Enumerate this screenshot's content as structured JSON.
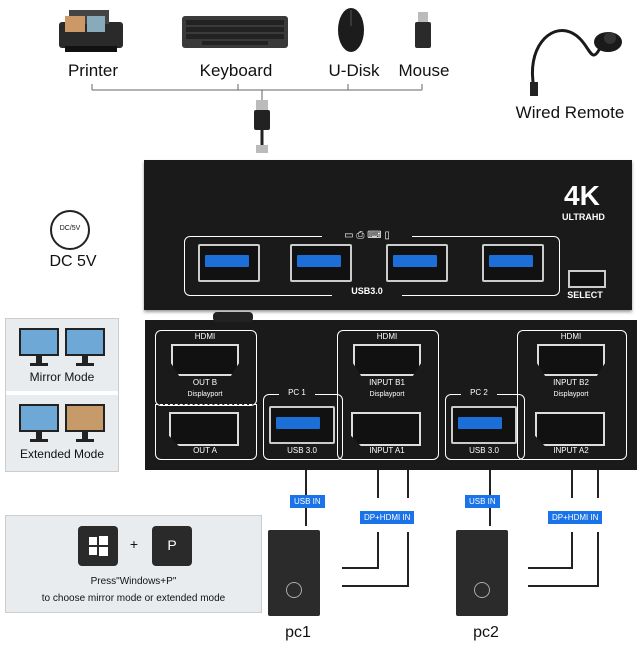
{
  "peripherals": {
    "printer": "Printer",
    "keyboard": "Keyboard",
    "udisk": "U-Disk",
    "mouse": "Mouse",
    "remote": "Wired Remote"
  },
  "top_unit": {
    "brand_big": "4K",
    "brand_small": "ULTRAHD",
    "usb_label": "USB3.0",
    "select_label": "SELECT",
    "dc_icon": "DC/5V",
    "dc_label": "DC 5V"
  },
  "front_unit": {
    "hdmi": "HDMI",
    "displayport": "Displayport",
    "out_b": "OUT B",
    "out_a": "OUT A",
    "pc1": "PC 1",
    "pc2": "PC 2",
    "input_b1": "INPUT B1",
    "input_a1": "INPUT A1",
    "input_b2": "INPUT B2",
    "input_a2": "INPUT A2",
    "usb30": "USB 3.0"
  },
  "modes": {
    "mirror": "Mirror Mode",
    "extended": "Extended Mode"
  },
  "shortcut": {
    "plus": "+",
    "key_p": "P",
    "line1": "Press\"Windows+P\"",
    "line2": "to choose mirror mode or extended mode"
  },
  "pcs": {
    "usb_in": "USB IN",
    "dp_hdmi_in": "DP+HDMI  IN",
    "pc1": "pc1",
    "pc2": "pc2"
  }
}
